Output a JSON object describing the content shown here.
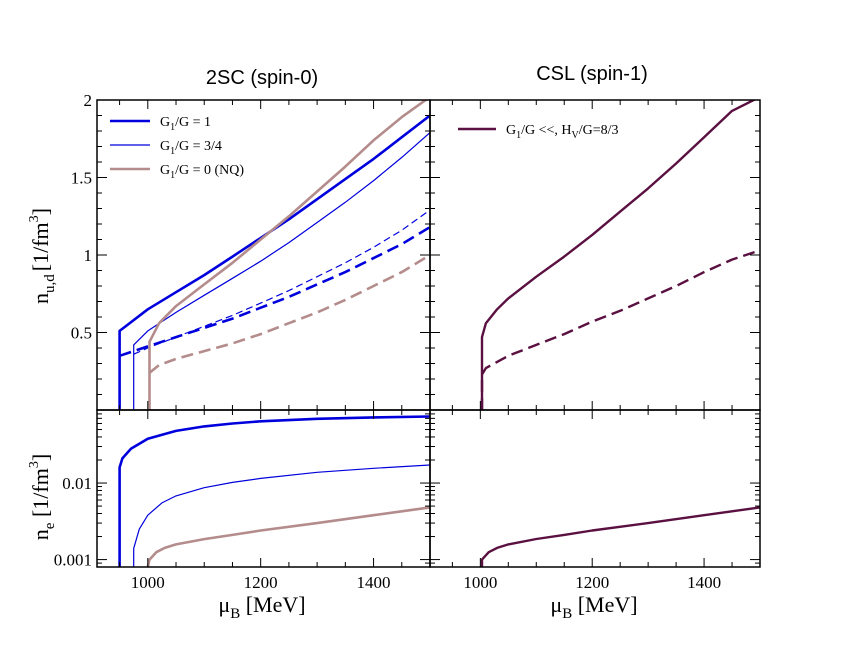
{
  "chart_data": [
    {
      "type": "line",
      "panel": "top-left",
      "title": "2SC (spin-0)",
      "ylabel": {
        "main": "n",
        "sub": "u,d",
        "unit_pre": "[1/fm",
        "sup": "3",
        "unit_post": "]"
      },
      "xlim": [
        910,
        1500
      ],
      "ylim": [
        0,
        2
      ],
      "yscale": "linear",
      "yticks": [
        0.5,
        1,
        1.5,
        2
      ],
      "ytick_labels": [
        "0.5",
        "1",
        "1.5",
        "2"
      ],
      "legend": {
        "placement": "top-left",
        "entries": [
          {
            "main": "G",
            "sub": "1",
            "rest": "/G = 1",
            "color": "#0000dd",
            "width": 2.6
          },
          {
            "main": "G",
            "sub": "1",
            "rest": "/G = 3/4",
            "color": "#0000dd",
            "width": 1.2
          },
          {
            "main": "G",
            "sub": "1",
            "rest": "/G = 0 (NQ)",
            "color": "#b48c8c",
            "width": 2.6
          }
        ]
      },
      "series": [
        {
          "name": "G1/G = 1",
          "color": "#0000dd",
          "width": 2.6,
          "dash": "",
          "x": [
            950,
            950,
            1000,
            1050,
            1100,
            1150,
            1200,
            1250,
            1300,
            1350,
            1400,
            1450,
            1500
          ],
          "y": [
            0,
            0.51,
            0.65,
            0.76,
            0.87,
            0.99,
            1.11,
            1.23,
            1.36,
            1.49,
            1.62,
            1.76,
            1.9
          ]
        },
        {
          "name": "G1/G = 1",
          "color": "#0000dd",
          "width": 2.6,
          "dash": "12,6",
          "x": [
            950,
            1000,
            1050,
            1100,
            1150,
            1200,
            1250,
            1300,
            1350,
            1400,
            1450,
            1500
          ],
          "y": [
            0.35,
            0.41,
            0.47,
            0.53,
            0.59,
            0.66,
            0.73,
            0.81,
            0.89,
            0.98,
            1.07,
            1.18
          ]
        },
        {
          "name": "G1/G = 3/4",
          "color": "#0000dd",
          "width": 1.2,
          "dash": "",
          "x": [
            975,
            975,
            1000,
            1050,
            1100,
            1150,
            1200,
            1250,
            1300,
            1350,
            1400,
            1450,
            1500
          ],
          "y": [
            0,
            0.42,
            0.51,
            0.63,
            0.74,
            0.85,
            0.96,
            1.08,
            1.21,
            1.34,
            1.48,
            1.63,
            1.79
          ]
        },
        {
          "name": "G1/G = 3/4",
          "color": "#0000dd",
          "width": 1.2,
          "dash": "7,4",
          "x": [
            975,
            1000,
            1050,
            1100,
            1150,
            1200,
            1250,
            1300,
            1350,
            1400,
            1450,
            1500
          ],
          "y": [
            0.36,
            0.4,
            0.47,
            0.54,
            0.61,
            0.69,
            0.77,
            0.86,
            0.95,
            1.05,
            1.16,
            1.29
          ]
        },
        {
          "name": "G1/G = 0 (NQ)",
          "color": "#b48c8c",
          "width": 2.6,
          "dash": "",
          "x": [
            1003,
            1003,
            1020,
            1050,
            1100,
            1150,
            1200,
            1250,
            1300,
            1350,
            1400,
            1450,
            1500
          ],
          "y": [
            0,
            0.44,
            0.56,
            0.67,
            0.81,
            0.95,
            1.1,
            1.25,
            1.41,
            1.57,
            1.74,
            1.89,
            2.02
          ]
        },
        {
          "name": "G1/G = 0 (NQ)",
          "color": "#b48c8c",
          "width": 2.6,
          "dash": "12,6",
          "x": [
            1003,
            1020,
            1050,
            1100,
            1150,
            1200,
            1250,
            1300,
            1350,
            1400,
            1450,
            1500
          ],
          "y": [
            0.24,
            0.29,
            0.33,
            0.38,
            0.43,
            0.49,
            0.56,
            0.63,
            0.71,
            0.8,
            0.89,
            1.0
          ]
        }
      ]
    },
    {
      "type": "line",
      "panel": "top-right",
      "title": "CSL (spin-1)",
      "xlim": [
        910,
        1500
      ],
      "ylim": [
        0,
        2
      ],
      "yscale": "linear",
      "yticks": [
        0.5,
        1,
        1.5,
        2
      ],
      "legend": {
        "placement": "top-left",
        "entries": [
          {
            "main": "G",
            "sub": "1",
            "rest": "/G <<, H",
            "sub2": "V",
            "rest2": "/G=8/3",
            "color": "#5a1040",
            "width": 2.4
          }
        ]
      },
      "series": [
        {
          "name": "G1/G <<, HV/G=8/3",
          "color": "#5a1040",
          "width": 2.4,
          "dash": "",
          "x": [
            1003,
            1003,
            1010,
            1030,
            1050,
            1100,
            1150,
            1200,
            1250,
            1300,
            1350,
            1400,
            1450,
            1500
          ],
          "y": [
            0,
            0.47,
            0.56,
            0.65,
            0.72,
            0.86,
            0.99,
            1.13,
            1.28,
            1.43,
            1.59,
            1.76,
            1.93,
            2.02
          ]
        },
        {
          "name": "G1/G <<, HV/G=8/3",
          "color": "#5a1040",
          "width": 2.4,
          "dash": "12,6",
          "x": [
            1003,
            1003,
            1010,
            1050,
            1100,
            1150,
            1200,
            1250,
            1300,
            1350,
            1400,
            1450,
            1500
          ],
          "y": [
            0,
            0.23,
            0.27,
            0.35,
            0.42,
            0.49,
            0.57,
            0.64,
            0.72,
            0.8,
            0.89,
            0.97,
            1.03
          ]
        }
      ]
    },
    {
      "type": "line",
      "panel": "bottom-left",
      "xlabel": {
        "main": "μ",
        "sub": "B",
        "unit": " [MeV]"
      },
      "ylabel": {
        "main": "n",
        "sub": "e",
        "unit_pre": " [1/fm",
        "sup": "3",
        "unit_post": "]"
      },
      "xlim": [
        910,
        1500
      ],
      "xticks": [
        1000,
        1200,
        1400
      ],
      "xtick_labels": [
        "1000",
        "1200",
        "1400"
      ],
      "ylim": [
        0.0008,
        0.09
      ],
      "yscale": "log",
      "yticks": [
        0.001,
        0.01
      ],
      "ytick_labels": [
        "0.001",
        "0.01"
      ],
      "series": [
        {
          "name": "G1/G = 1",
          "color": "#0000dd",
          "width": 2.6,
          "dash": "",
          "x": [
            950,
            950,
            955,
            970,
            1000,
            1050,
            1100,
            1150,
            1200,
            1300,
            1400,
            1500
          ],
          "y": [
            0.0008,
            0.016,
            0.021,
            0.028,
            0.038,
            0.048,
            0.055,
            0.06,
            0.064,
            0.069,
            0.072,
            0.074
          ]
        },
        {
          "name": "G1/G = 3/4",
          "color": "#0000dd",
          "width": 1.2,
          "dash": "",
          "x": [
            975,
            975,
            985,
            1000,
            1025,
            1050,
            1100,
            1150,
            1200,
            1300,
            1400,
            1500
          ],
          "y": [
            0.0008,
            0.0014,
            0.0025,
            0.0038,
            0.0055,
            0.0068,
            0.0087,
            0.0102,
            0.0115,
            0.0138,
            0.0156,
            0.0172
          ]
        },
        {
          "name": "G1/G = 0 (NQ)",
          "color": "#b48c8c",
          "width": 2.6,
          "dash": "",
          "x": [
            1000,
            1003,
            1015,
            1030,
            1050,
            1100,
            1150,
            1200,
            1300,
            1400,
            1500
          ],
          "y": [
            0.0008,
            0.001,
            0.00125,
            0.00142,
            0.00158,
            0.00185,
            0.0021,
            0.0024,
            0.003,
            0.0038,
            0.0048
          ]
        }
      ]
    },
    {
      "type": "line",
      "panel": "bottom-right",
      "xlabel": {
        "main": "μ",
        "sub": "B",
        "unit": " [MeV]"
      },
      "xlim": [
        910,
        1500
      ],
      "xticks": [
        1000,
        1200,
        1400
      ],
      "xtick_labels": [
        "1000",
        "1200",
        "1400"
      ],
      "ylim": [
        0.0008,
        0.09
      ],
      "yscale": "log",
      "yticks": [
        0.001,
        0.01
      ],
      "series": [
        {
          "name": "G1/G <<, HV/G=8/3",
          "color": "#5a1040",
          "width": 2.4,
          "dash": "",
          "x": [
            1003,
            1003,
            1015,
            1030,
            1050,
            1100,
            1150,
            1200,
            1300,
            1400,
            1500
          ],
          "y": [
            0.0008,
            0.001,
            0.00125,
            0.00142,
            0.00158,
            0.00186,
            0.0021,
            0.0024,
            0.003,
            0.0038,
            0.0048
          ]
        }
      ]
    }
  ]
}
